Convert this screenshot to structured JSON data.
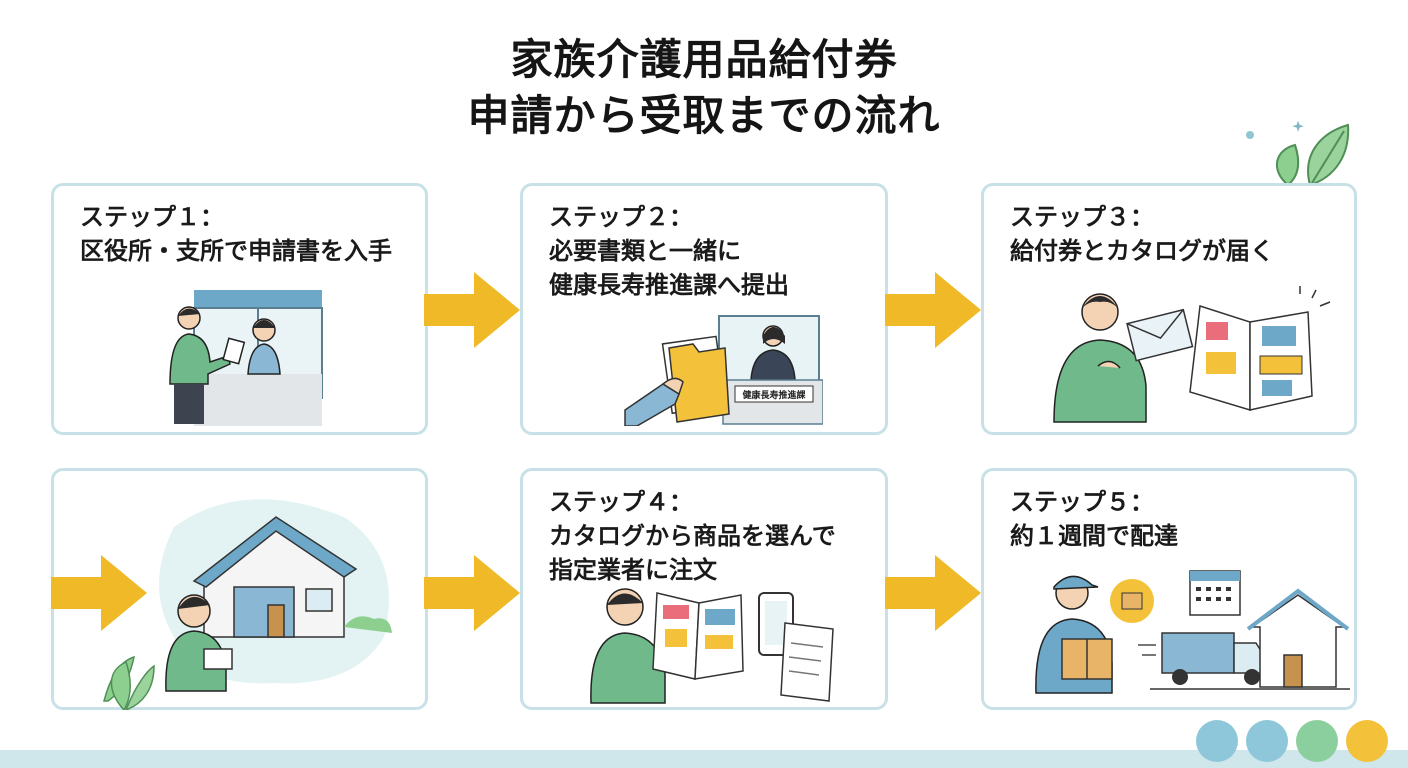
{
  "title": {
    "line1": "家族介護用品給付券",
    "line2": "申請から受取までの流れ"
  },
  "steps": [
    {
      "heading": "ステップ１：",
      "lines": [
        "区役所・支所で申請書を入手"
      ]
    },
    {
      "heading": "ステップ２：",
      "lines": [
        "必要書類と一緒に",
        "健康長寿推進課へ提出"
      ]
    },
    {
      "heading": "ステップ３：",
      "lines": [
        "給付券とカタログが届く"
      ]
    },
    {
      "heading": "ステップ４：",
      "lines": [
        "カタログから商品を選んで",
        "指定業者に注文"
      ]
    },
    {
      "heading": "ステップ５：",
      "lines": [
        "約１週間で配達"
      ]
    }
  ],
  "desk_sign": "健康長寿推進課",
  "colors": {
    "arrow": "#f0b928",
    "card_border": "#c8e1e7",
    "person_shirt": "#6fb98a",
    "accent_blue": "#6ea8c9",
    "folder_yellow": "#f3c23a"
  },
  "footer_icons": [
    "care-family-icon",
    "heart-hands-icon",
    "supplies-icon",
    "caring-hand-icon"
  ]
}
